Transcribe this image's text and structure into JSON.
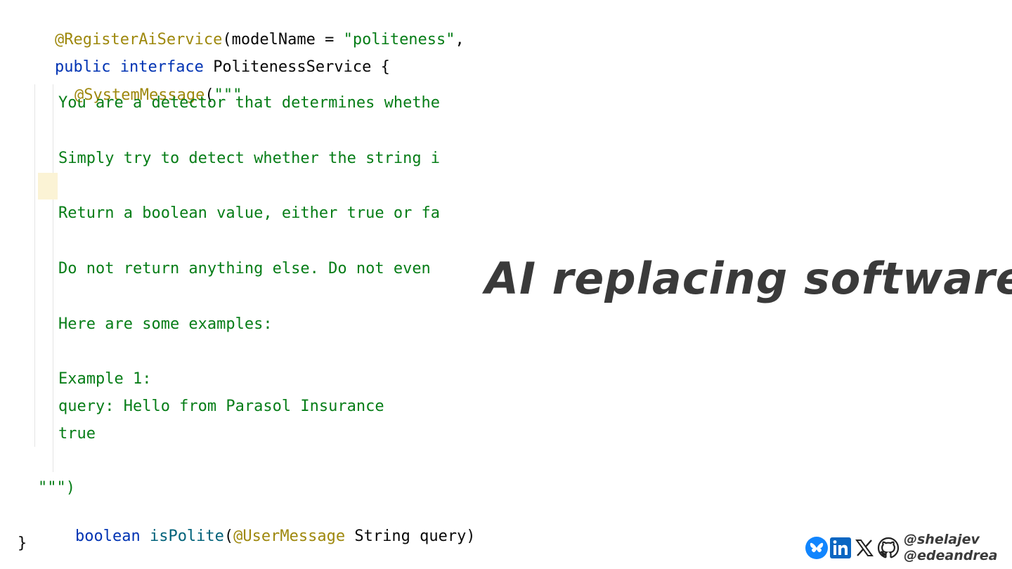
{
  "code": {
    "line1": {
      "annotation": "@RegisterAiService",
      "rest": "(modelName = ",
      "string": "\"politeness\"",
      "tail": ","
    },
    "line2": {
      "kw1": "public",
      "kw2": "interface",
      "name": "PolitenessService {"
    },
    "line3": {
      "annotation": "@SystemMessage",
      "rest": "(",
      "string": "\"\"\""
    },
    "text_lines": [
      "You are a detector that determines whethe",
      "Simply try to detect whether the string i",
      "Return a boolean value, either true or fa",
      "Do not return anything else. Do not even",
      "Here are some examples:",
      "Example 1:",
      "query: Hello from Parasol Insurance",
      "true"
    ],
    "close_string": "\"\"\")",
    "method_line": {
      "type": "boolean",
      "name": "isPolite",
      "paren_open": "(",
      "annotation": "@UserMessage",
      "param": " String query)"
    },
    "close_brace": "}"
  },
  "headline": "AI replacing software",
  "social": {
    "icons": [
      "bluesky-icon",
      "linkedin-icon",
      "x-icon",
      "github-icon"
    ],
    "handles": [
      "@shelajev",
      "@edeandrea"
    ]
  },
  "colors": {
    "annotation": "#9e880d",
    "keyword": "#0033b3",
    "string": "#067d17",
    "method": "#00627a",
    "bluesky": "#1185fe",
    "linkedin": "#0a66c2"
  }
}
